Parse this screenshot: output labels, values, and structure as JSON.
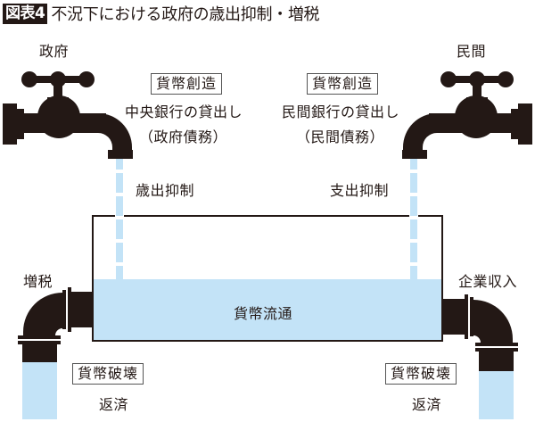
{
  "title": {
    "badge": "図表4",
    "text": "不況下における政府の歳出抑制・増税"
  },
  "left_faucet": {
    "label": "政府",
    "flow_label": "歳出抑制"
  },
  "right_faucet": {
    "label": "民間",
    "flow_label": "支出抑制"
  },
  "money_creation_left": {
    "box": "貨幣創造",
    "line1": "中央銀行の貸出し",
    "line2": "（政府債務）"
  },
  "money_creation_right": {
    "box": "貨幣創造",
    "line1": "民間銀行の貸出し",
    "line2": "（民間債務）"
  },
  "tank": {
    "label": "貨幣流通"
  },
  "left_drain": {
    "label": "増税",
    "box": "貨幣破壊",
    "sub": "返済"
  },
  "right_drain": {
    "label": "企業収入",
    "box": "貨幣破壊",
    "sub": "返済"
  },
  "colors": {
    "pipe": "#231815",
    "water": "#c3e3f7",
    "outline": "#231815"
  }
}
